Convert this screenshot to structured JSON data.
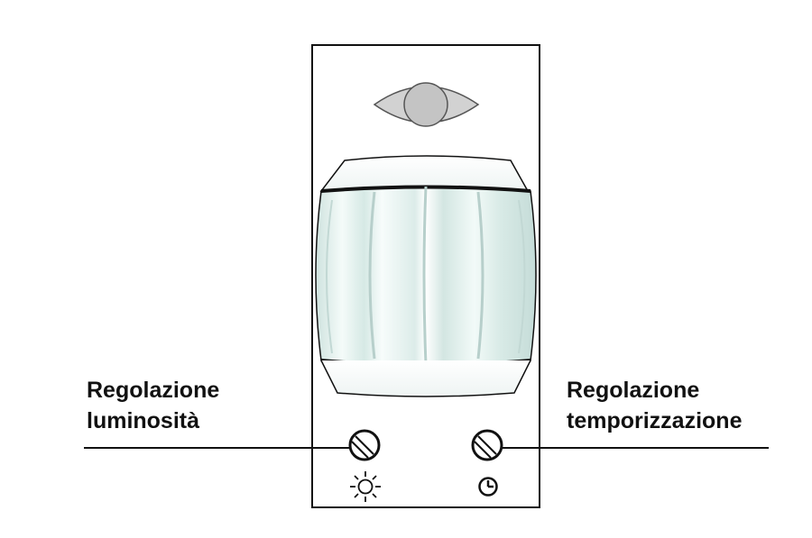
{
  "labels": {
    "brightness": {
      "line1": "Regolazione",
      "line2": "luminosità"
    },
    "timer": {
      "line1": "Regolazione",
      "line2": "temporizzazione"
    }
  },
  "icons": {
    "sensor_eye": "eye-icon",
    "brightness_symbol": "sun-icon",
    "timer_symbol": "clock-icon",
    "adjust_knob": "screw-knob-icon"
  },
  "colors": {
    "outline": "#111111",
    "eye_fill": "#cfcfcf",
    "lens_tint": "#e3f1ee"
  }
}
